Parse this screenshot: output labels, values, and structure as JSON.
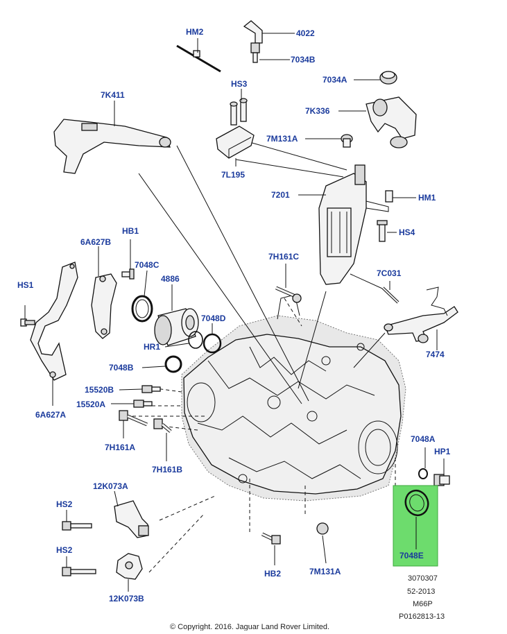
{
  "labels": {
    "hm2": "HM2",
    "p4022": "4022",
    "p7034b": "7034B",
    "p7034a": "7034A",
    "hs3": "HS3",
    "p7k411": "7K411",
    "p7k336": "7K336",
    "p7m131a_top": "7M131A",
    "p7l195": "7L195",
    "p7201": "7201",
    "hm1": "HM1",
    "hs4": "HS4",
    "p6a627b": "6A627B",
    "hb1": "HB1",
    "p7048c": "7048C",
    "p4886": "4886",
    "p7h161c": "7H161C",
    "p7c031": "7C031",
    "hs1": "HS1",
    "p7048d": "7048D",
    "hr1": "HR1",
    "p7474": "7474",
    "p7048b": "7048B",
    "p15520b": "15520B",
    "p15520a": "15520A",
    "p6a627a": "6A627A",
    "p7h161a": "7H161A",
    "p7h161b": "7H161B",
    "p7048a": "7048A",
    "hp1": "HP1",
    "p12k073a": "12K073A",
    "hs2_top": "HS2",
    "hs2_bottom": "HS2",
    "p12k073b": "12K073B",
    "hb2": "HB2",
    "p7m131a_bottom": "7M131A",
    "p7048e": "7048E"
  },
  "highlight": {
    "part": "7048E",
    "color": "#6ddc6d"
  },
  "reference": [
    "3070307",
    "52-2013",
    "M66P",
    "P0162813-13"
  ],
  "copyright": "© Copyright. 2016. Jaguar Land Rover Limited.",
  "colors": {
    "label": "#1a3a9c"
  }
}
